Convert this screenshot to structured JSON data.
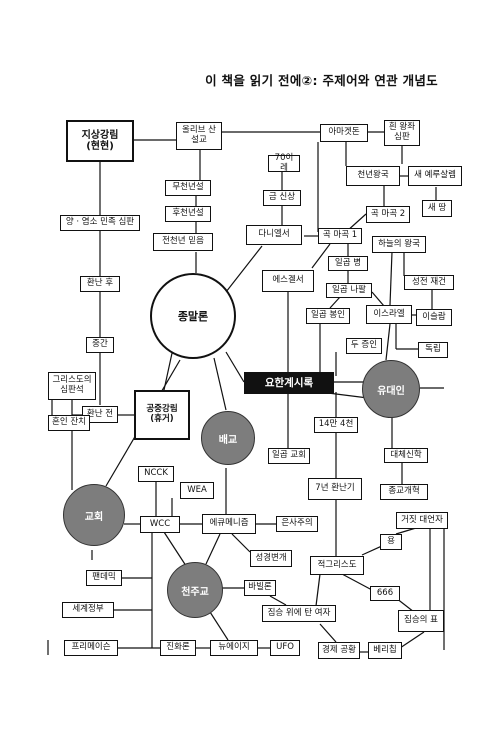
{
  "title": "이 책을 읽기 전에②: 주제어와 연관 개념도",
  "circles": {
    "jongmal": "종말론",
    "yudaein": "유대인",
    "baegyo": "배교",
    "gyohoe": "교회",
    "cheonju": "천주교"
  },
  "central": "요한계시록",
  "boxes": {
    "jisang": "지상강림\n(현현)",
    "olive": "올리브 산\n설교",
    "armageddon": "아마겟돈",
    "heuin": "흰 왕좌\n심판",
    "cheonnyeon": "천년왕국",
    "new_jerusalem": "새 예루살렘",
    "ttang": "새 땅",
    "gok2": "곡 마곡 2",
    "seventy": "70이레",
    "geum": "금 신상",
    "musheon": "무천년설",
    "husheon": "후천년설",
    "jeonsheon": "전천년 믿음",
    "daniel": "다니엘서",
    "gok1": "곡 마곡 1",
    "ezekiel": "에스겔서",
    "ilgop_byeong": "일곱 병",
    "ilgop_napal": "일곱 나팔",
    "ilgop_bongin": "일곱 봉인",
    "haneul": "하늘의 왕국",
    "seongjeon": "성전 재건",
    "israel": "이스라엘",
    "isurael": "이슬람",
    "dokrip": "독립",
    "du_jeungin": "두 증인",
    "yang": "양 · 염소 민족 심판",
    "hwannan_hu": "환난 후",
    "junggan": "중간",
    "christ_judgment": "그리스도의\n심판석",
    "hwannan_jeon": "환난 전",
    "gongjung": "공중강림\n(휴거)",
    "honin": "혼인 잔치",
    "ilgop_gyohoe": "일곱 교회",
    "mancheon": "14만 4천",
    "daechae": "대체신학",
    "jonggyo": "종교개혁",
    "chilnyeon": "7년 환난기",
    "ncck": "NCCK",
    "wea": "WEA",
    "wcc": "WCC",
    "ecumenism": "에큐메니즘",
    "eunsa": "은사주의",
    "seonggyeong": "성경변개",
    "geojit": "거짓 대언자",
    "yong": "용",
    "antichrist": "적그리스도",
    "pandemic": "팬데믹",
    "babylon": "바빌론",
    "six66": "666",
    "woman": "짐승 위에 탄 여자",
    "world_gov": "세계정부",
    "freemasons": "프리메이슨",
    "jinhwa": "진화론",
    "newage": "뉴에이지",
    "ufo": "UFO",
    "jimseung": "짐승의 표",
    "economy": "경제 공황",
    "chip": "베리칩"
  }
}
